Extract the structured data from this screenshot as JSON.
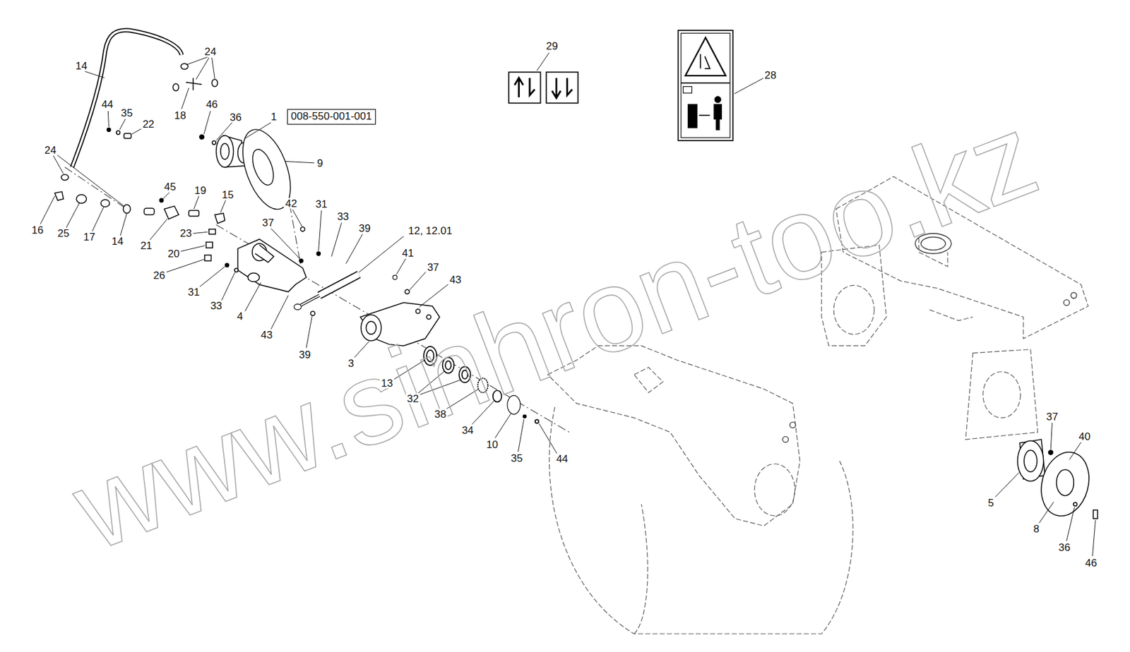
{
  "diagram": {
    "nodes": [
      {
        "text": [
          "008-550-001-001"
        ]
      }
    ],
    "edges": [],
    "labels": [
      "14",
      "24",
      "18",
      "44",
      "35",
      "22",
      "46",
      "36",
      "1",
      "9",
      "24",
      "45",
      "19",
      "15",
      "16",
      "25",
      "17",
      "14",
      "21",
      "23",
      "20",
      "26",
      "42",
      "37",
      "31",
      "33",
      "39",
      "12, 12.01",
      "41",
      "37",
      "43",
      "31",
      "33",
      "4",
      "43",
      "39",
      "3",
      "13",
      "32",
      "38",
      "34",
      "10",
      "35",
      "44",
      "29",
      "28",
      "37",
      "40",
      "5",
      "8",
      "36",
      "46",
      "www.sinhron-too.kz"
    ]
  }
}
